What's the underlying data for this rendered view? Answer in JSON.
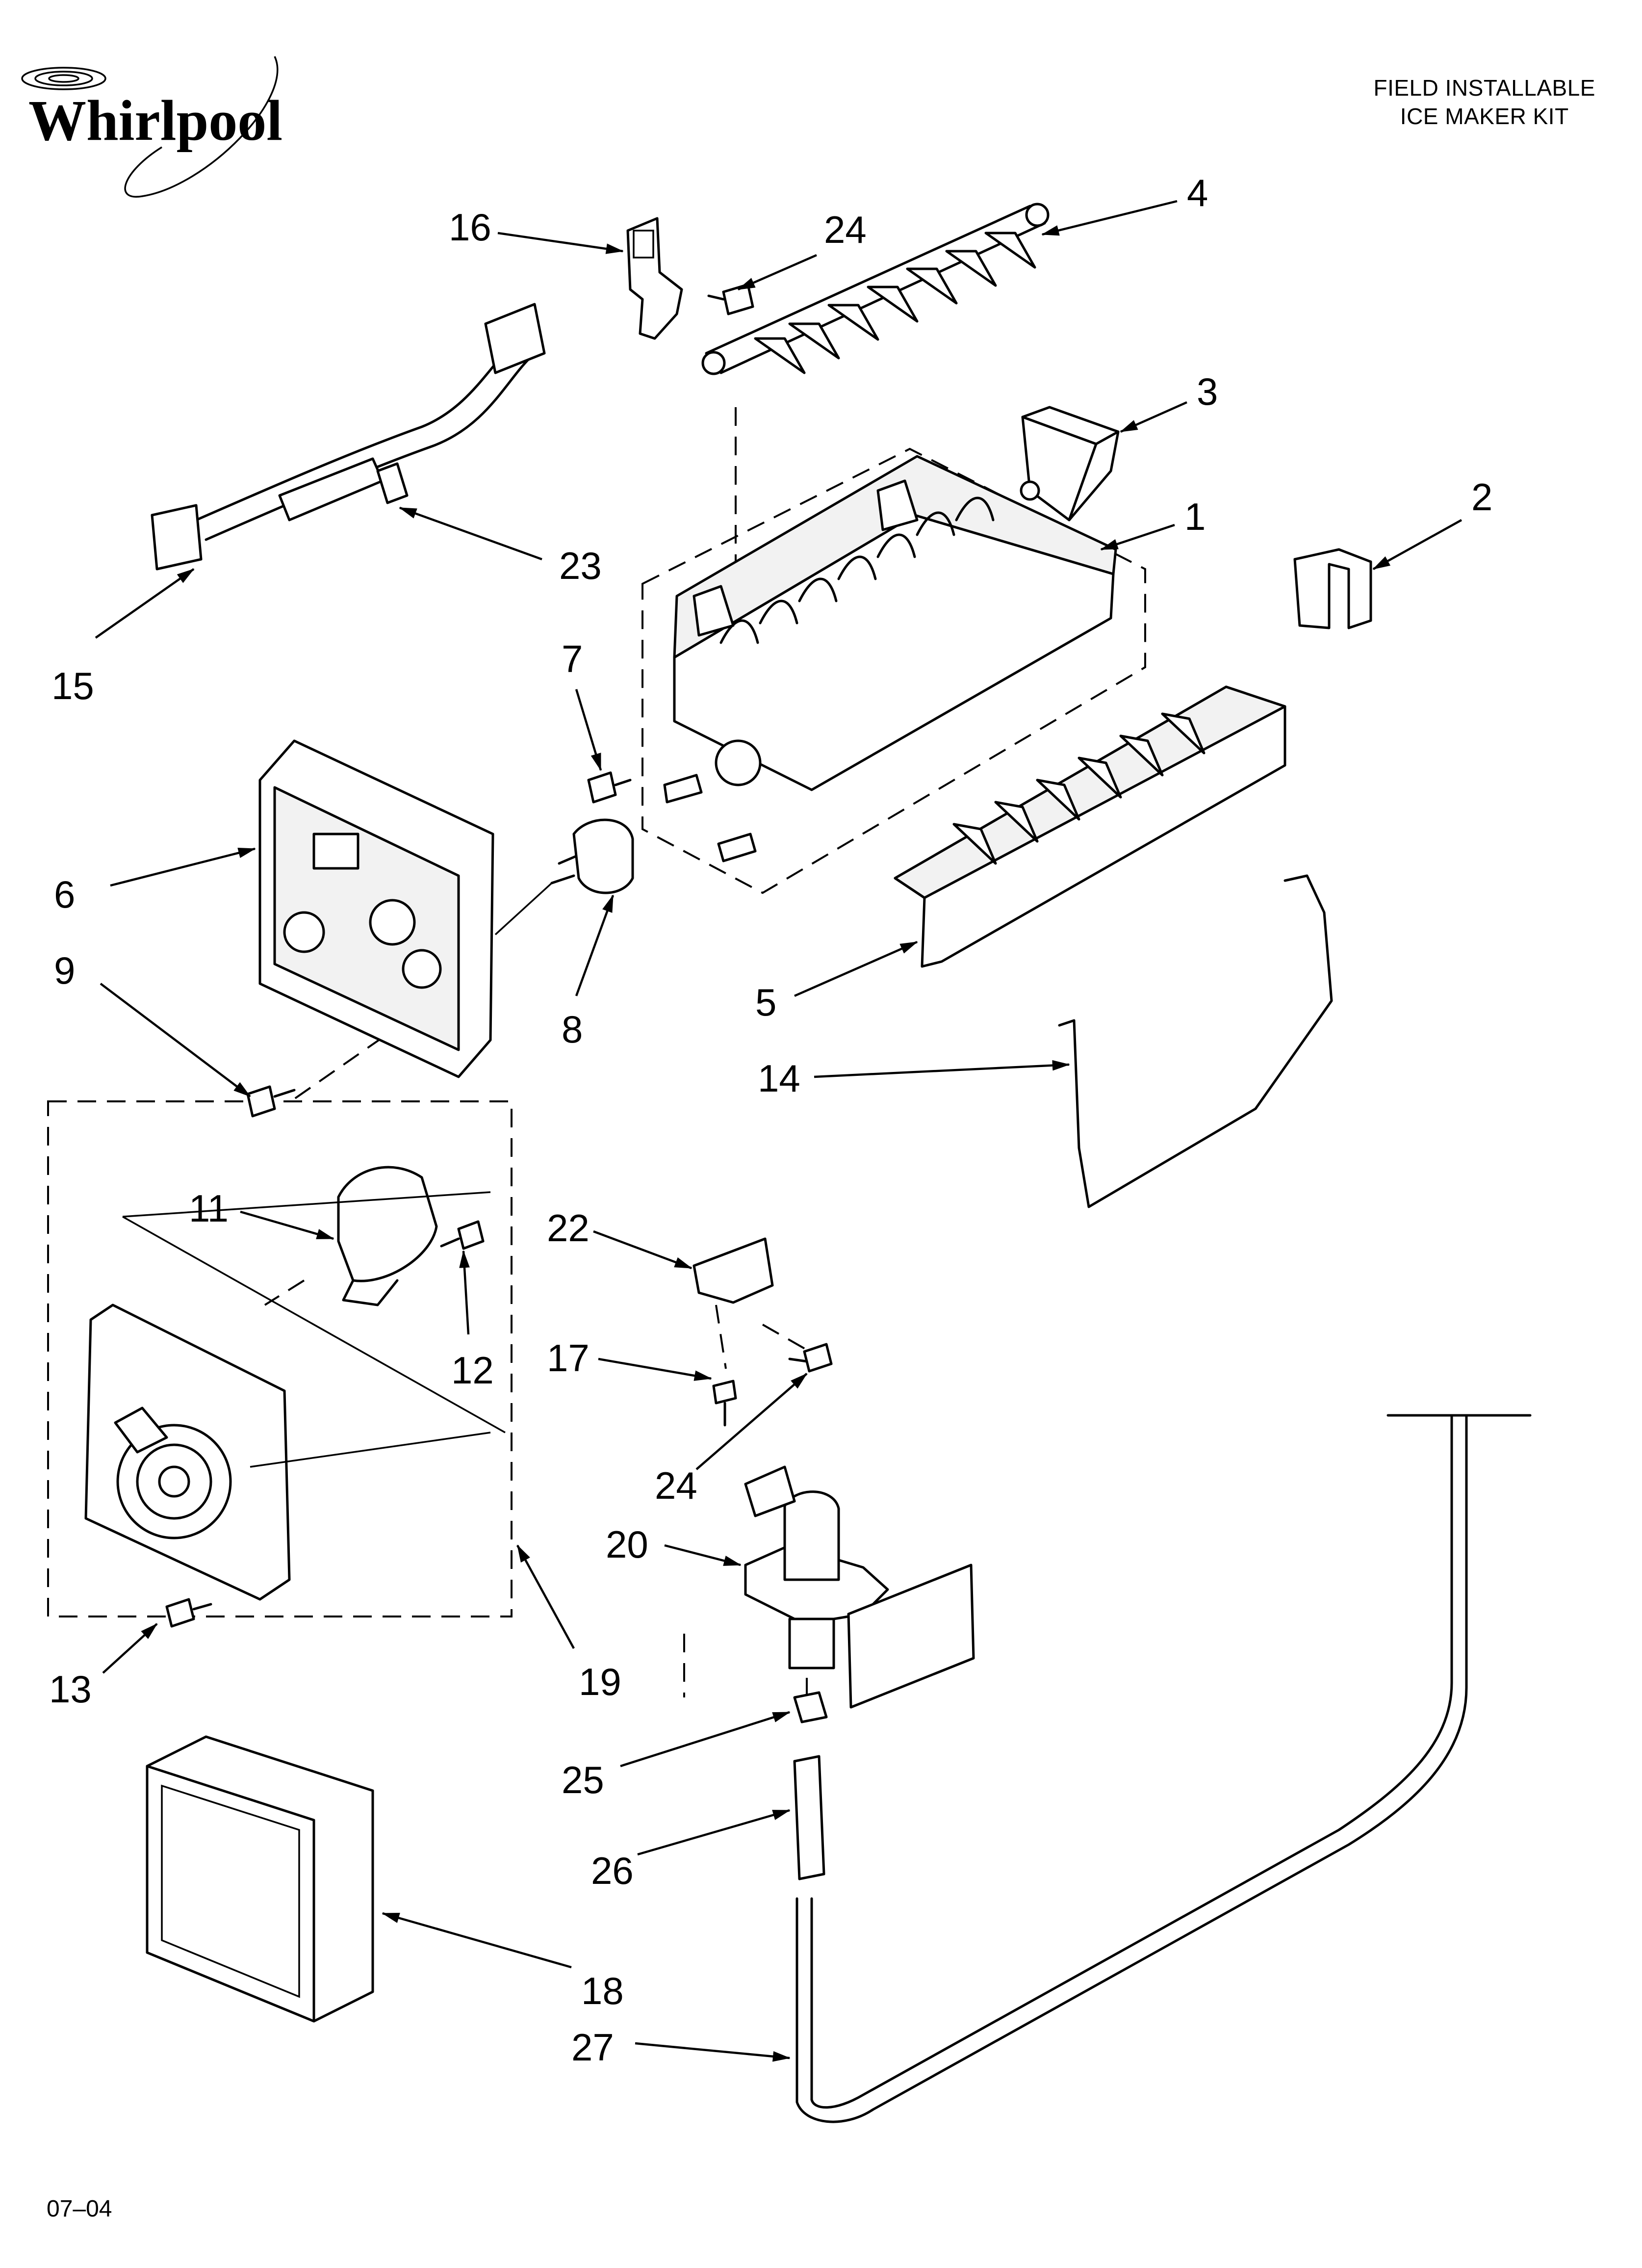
{
  "brand": {
    "logo_text": "Whirlpool"
  },
  "header": {
    "line1": "FIELD INSTALLABLE",
    "line2": "ICE MAKER KIT"
  },
  "footer": {
    "code": "07–04"
  },
  "callouts": {
    "c1": "1",
    "c2": "2",
    "c3": "3",
    "c4": "4",
    "c5": "5",
    "c6": "6",
    "c7": "7",
    "c8": "8",
    "c9": "9",
    "c11": "11",
    "c12": "12",
    "c13": "13",
    "c14": "14",
    "c15": "15",
    "c16": "16",
    "c17": "17",
    "c18": "18",
    "c19": "19",
    "c20": "20",
    "c22": "22",
    "c23": "23",
    "c24a": "24",
    "c24b": "24",
    "c25": "25",
    "c26": "26",
    "c27": "27"
  }
}
